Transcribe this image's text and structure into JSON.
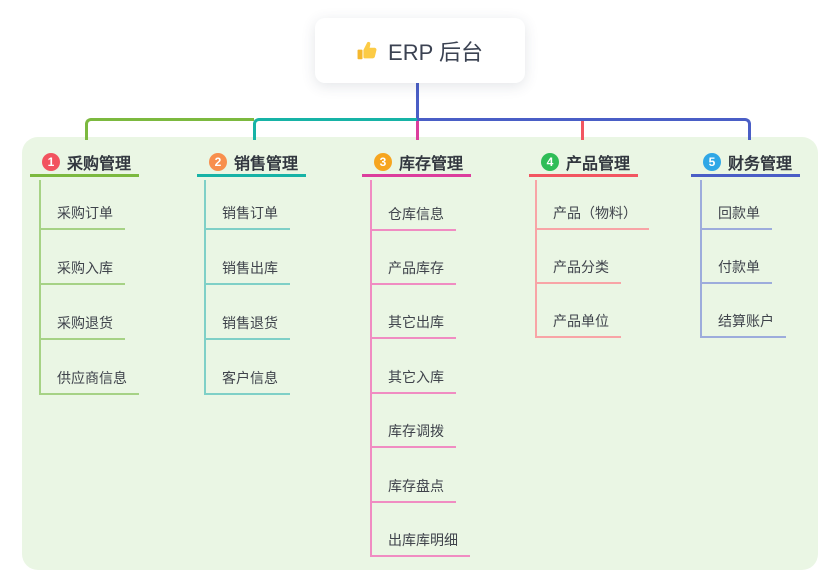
{
  "root": {
    "icon": "thumbs-up",
    "title": "ERP 后台"
  },
  "branches": [
    {
      "badge": "1",
      "label": "采购管理",
      "color": "#7cb93f",
      "light_color": "#a6d285",
      "badge_color": "#f2535f",
      "items": [
        "采购订单",
        "采购入库",
        "采购退货",
        "供应商信息"
      ]
    },
    {
      "badge": "2",
      "label": "销售管理",
      "color": "#17b3a6",
      "light_color": "#7fd0c7",
      "badge_color": "#f88f4d",
      "items": [
        "销售订单",
        "销售出库",
        "销售退货",
        "客户信息"
      ]
    },
    {
      "badge": "3",
      "label": "库存管理",
      "color": "#dc3e9d",
      "light_color": "#f08cc2",
      "badge_color": "#f6a51f",
      "items": [
        "仓库信息",
        "产品库存",
        "其它出库",
        "其它入库",
        "库存调拨",
        "库存盘点",
        "出库库明细"
      ]
    },
    {
      "badge": "4",
      "label": "产品管理",
      "color": "#f25661",
      "light_color": "#f8a4a6",
      "badge_color": "#2fbd57",
      "items": [
        "产品（物料）",
        "产品分类",
        "产品单位"
      ]
    },
    {
      "badge": "5",
      "label": "财务管理",
      "color": "#4a5ec6",
      "light_color": "#9dacdc",
      "badge_color": "#2fa7e6",
      "items": [
        "回款单",
        "付款单",
        "结算账户"
      ]
    }
  ],
  "colors": {
    "canvas_bg": "#ffffff",
    "panel_bg": "#eaf6e4",
    "root_stem": "#4a5ec6",
    "root_text": "#3b4252"
  }
}
